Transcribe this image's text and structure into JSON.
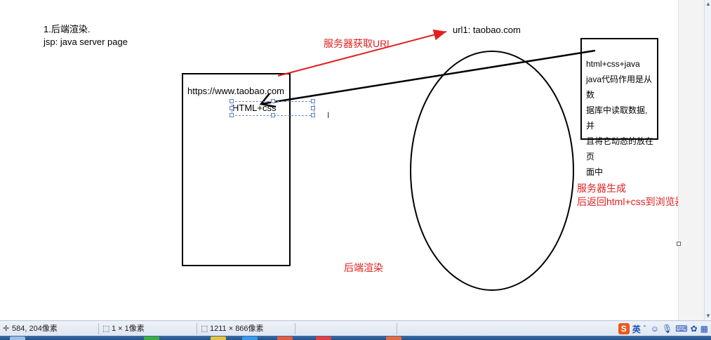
{
  "canvas": {
    "heading": "1.后端渲染.",
    "subheading": "jsp: java server page",
    "url_label": "url1: taobao.com",
    "red_arrow_label": "服务器获取URl",
    "browser_box": {
      "url_text": "https://www.taobao.com",
      "content_text": "HTML+css"
    },
    "server_box_lines": [
      "html+css+java",
      "java代码作用是从数",
      "据库中读取数据, 并",
      "且将它动态的放在页",
      "面中"
    ],
    "server_note_line1": "服务器生成",
    "server_note_line2": "后返回html+css到浏览器",
    "bottom_label": "后端渲染",
    "colors": {
      "annotation_red": "#e02020",
      "stroke": "#000000"
    }
  },
  "statusbar": {
    "cursor_pos": "584, 204像素",
    "selection_size": "1 × 1像素",
    "image_size": "1211 × 866像素",
    "cursor_icon": "crosshair-icon",
    "selection_icon": "selection-icon",
    "image_size_icon": "image-size-icon"
  },
  "ime": {
    "logo": "S",
    "lang": "英",
    "icons": [
      "punctuation-icon",
      "emoji-icon",
      "microphone-icon",
      "keyboard-icon",
      "skin-icon",
      "toolbox-icon"
    ]
  }
}
